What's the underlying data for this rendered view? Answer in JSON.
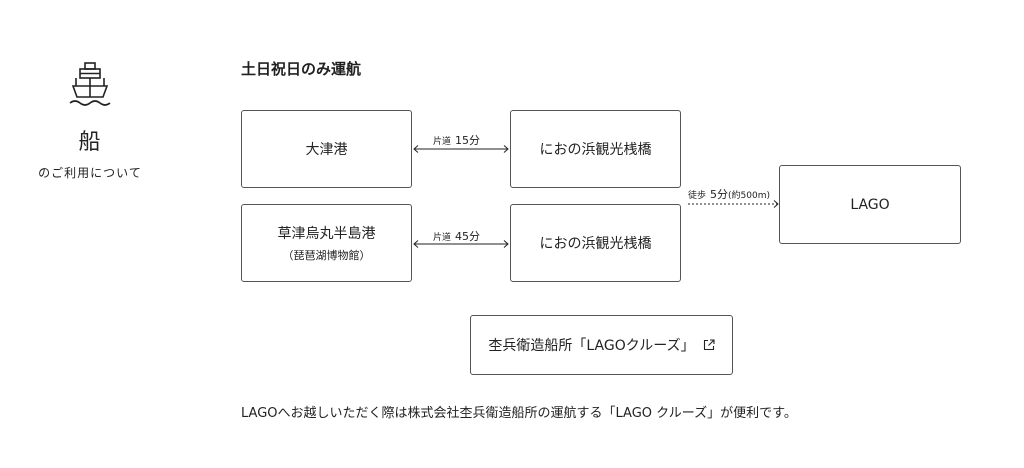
{
  "sidebar": {
    "icon": "ship-icon",
    "title": "船",
    "subtitle": "のご利用について"
  },
  "heading": "土日祝日のみ運航",
  "routes": [
    {
      "from": {
        "name": "大津港",
        "sub": ""
      },
      "to": {
        "name": "におの浜観光桟橋"
      },
      "label_prefix": "片道",
      "label_value": "15分"
    },
    {
      "from": {
        "name": "草津烏丸半島港",
        "sub": "（琵琶湖博物館）"
      },
      "to": {
        "name": "におの浜観光桟橋"
      },
      "label_prefix": "片道",
      "label_value": "45分"
    }
  ],
  "walk": {
    "label_prefix": "徒歩",
    "label_value": "5分",
    "label_note": "(約500m)",
    "destination": "LAGO"
  },
  "link": {
    "label": "杢兵衛造船所「LAGOクルーズ」",
    "icon": "external-link-icon"
  },
  "note": "LAGOへお越しいただく際は株式会社杢兵衛造船所の運航する「LAGO クルーズ」が便利です。",
  "colors": {
    "border": "#555555",
    "text": "#222222",
    "background": "#ffffff"
  }
}
